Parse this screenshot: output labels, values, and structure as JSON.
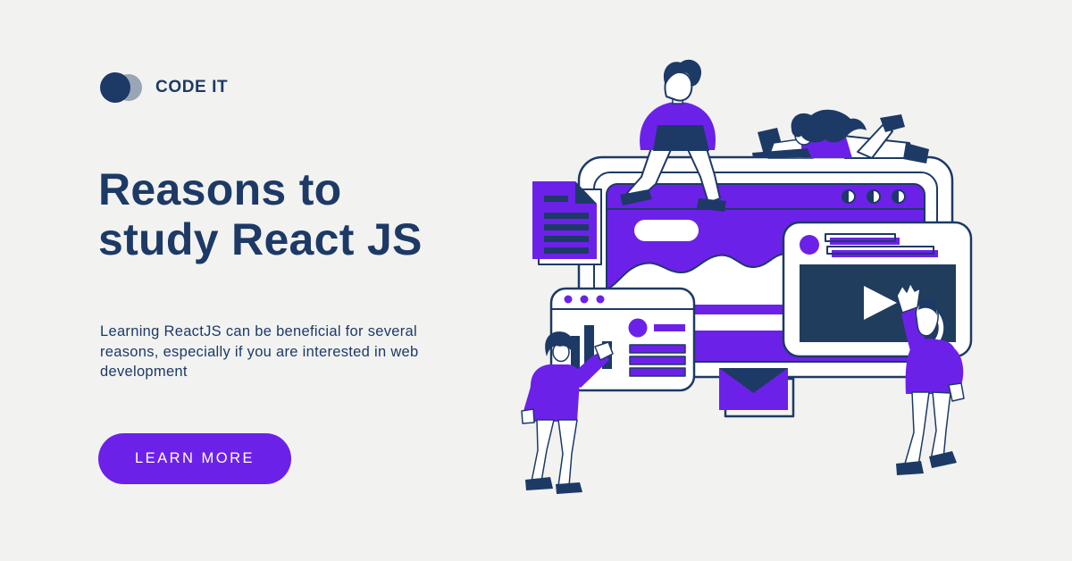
{
  "brand": {
    "name": "CODE IT"
  },
  "hero": {
    "title_line1": "Reasons to",
    "title_line2": "study React JS",
    "description": "Learning ReactJS can be beneficial for several reasons, especially if you are interested in web development",
    "cta_label": "LEARN MORE"
  },
  "colors": {
    "accent": "#6c21e8",
    "navy": "#1d3a66",
    "video_navy": "#203d5e",
    "background": "#f2f2f1",
    "logo_gray": "#9aa5b6",
    "button_text": "#ffffff"
  },
  "illustration": {
    "icons": [
      "main-browser-window",
      "document-icon",
      "envelope-icon",
      "analytics-window",
      "bar-chart-icon",
      "video-player-window",
      "play-icon",
      "person-sitting-laptop",
      "person-lying-laptop",
      "person-pointing-chart",
      "person-watching-video",
      "window-controls-icon"
    ]
  }
}
